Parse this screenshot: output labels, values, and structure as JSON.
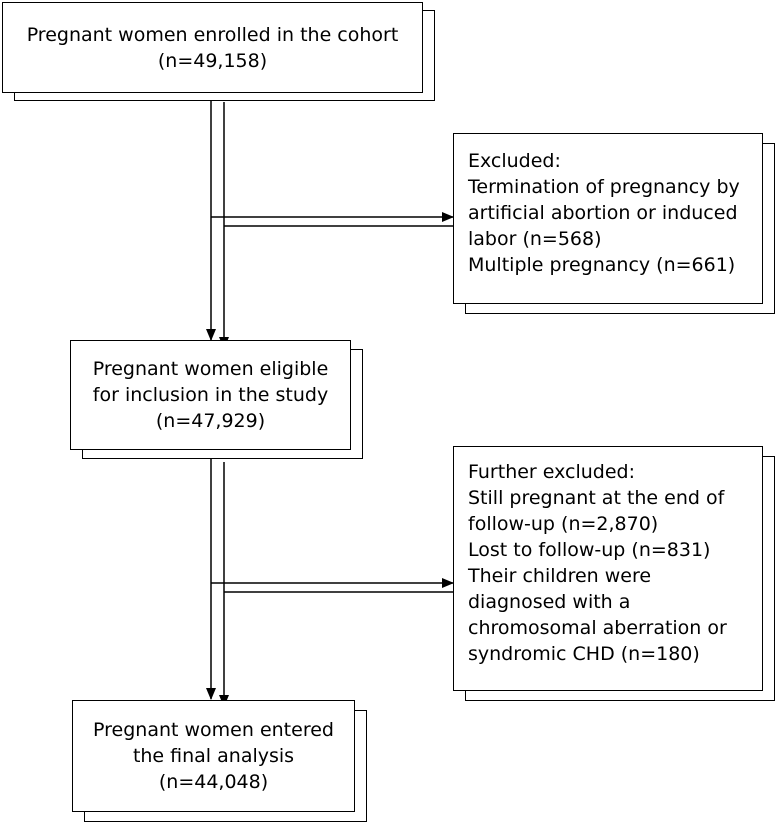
{
  "boxes": {
    "enrolled": {
      "title": "Pregnant women enrolled in the cohort",
      "count": "(n=49,158)"
    },
    "excluded": {
      "heading": "Excluded:",
      "line1": "Termination of pregnancy by",
      "line2": "artificial abortion or induced",
      "line3": "labor (n=568)",
      "line4": "Multiple pregnancy (n=661)"
    },
    "eligible": {
      "line1": "Pregnant women eligible",
      "line2": "for inclusion in the study",
      "count": "(n=47,929)"
    },
    "further_excluded": {
      "heading": "Further excluded:",
      "line1": "Still pregnant at the end of",
      "line2": "follow-up (n=2,870)",
      "line3": "Lost to follow-up (n=831)",
      "line4": "Their children were",
      "line5": "diagnosed with a",
      "line6": "chromosomal aberration or",
      "line7": "syndromic CHD (n=180)"
    },
    "final": {
      "line1": "Pregnant women entered",
      "line2": "the final analysis",
      "count": "(n=44,048)"
    }
  }
}
